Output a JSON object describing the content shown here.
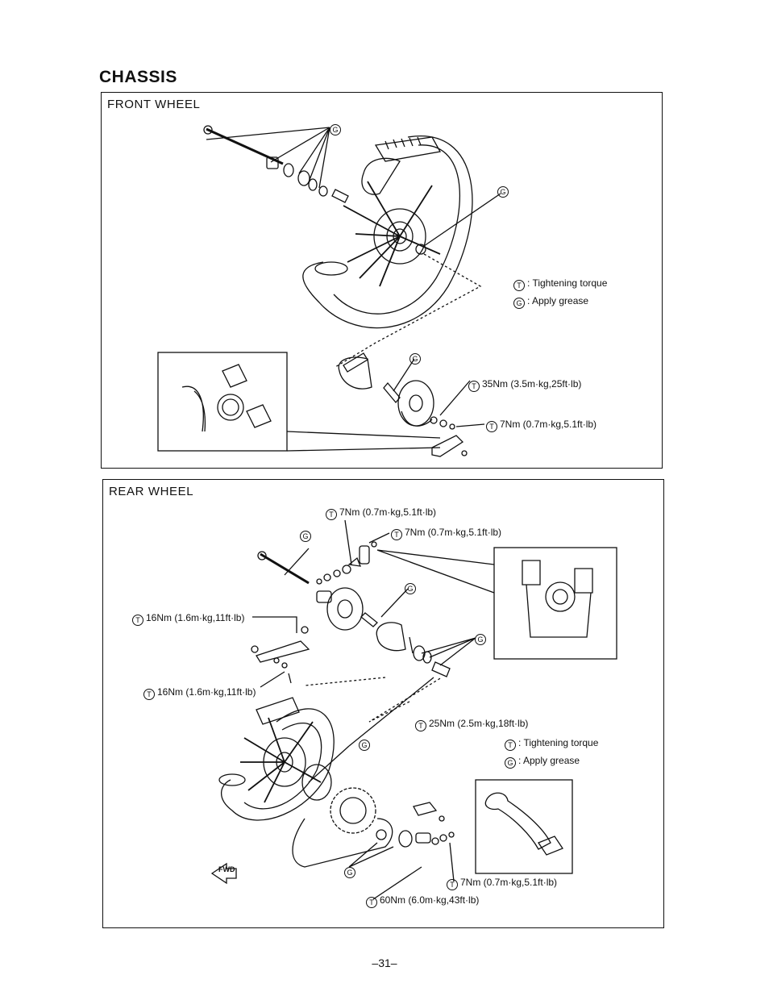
{
  "page": {
    "heading": "CHASSIS",
    "page_number": "–31–"
  },
  "front_wheel": {
    "title": "FRONT WHEEL",
    "symbol_t": "T",
    "symbol_g": "G",
    "legend_torque": ": Tightening torque",
    "legend_grease": ": Apply grease",
    "torque_1": "35Nm (3.5m·kg,25ft·lb)",
    "torque_2": "7Nm (0.7m·kg,5.1ft·lb)"
  },
  "rear_wheel": {
    "title": "REAR WHEEL",
    "symbol_t": "T",
    "symbol_g": "G",
    "torque_top_1": "7Nm (0.7m·kg,5.1ft·lb)",
    "torque_top_2": "7Nm (0.7m·kg,5.1ft·lb)",
    "torque_left_1": "16Nm (1.6m·kg,11ft·lb)",
    "torque_left_2": "16Nm (1.6m·kg,11ft·lb)",
    "torque_mid": "25Nm (2.5m·kg,18ft·lb)",
    "legend_torque": ": Tightening torque",
    "legend_grease": ": Apply grease",
    "torque_bottom_1": "7Nm (0.7m·kg,5.1ft·lb)",
    "torque_bottom_2": "60Nm (6.0m·kg,43ft·lb)",
    "fwd_label": "FWD"
  }
}
